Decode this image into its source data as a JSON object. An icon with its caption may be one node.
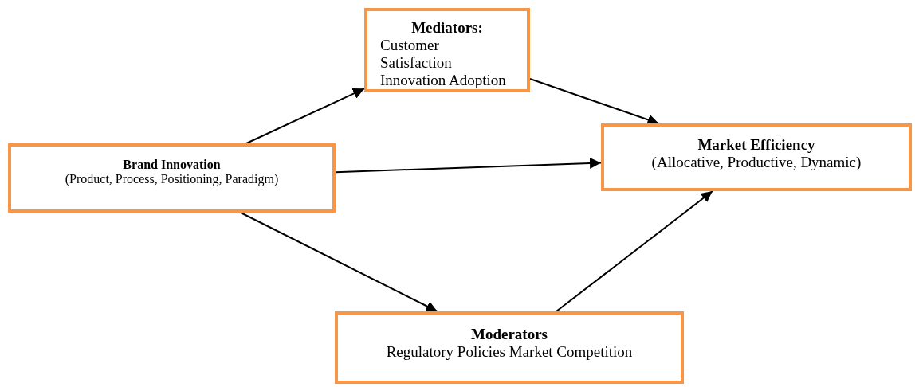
{
  "diagram": {
    "nodes": [
      {
        "text": [
          "Brand Innovation",
          "(Product, Process, Positioning, Paradigm)"
        ]
      },
      {
        "text": [
          "**Mediators**:",
          "Customer Satisfaction Innovation Adoption"
        ]
      },
      {
        "text": [
          "Market Efficiency",
          "(Allocative, Productive, Dynamic)"
        ]
      },
      {
        "text": [
          "Moderators",
          "Regulatory Policies Market Competition"
        ]
      }
    ],
    "edges": [
      {
        "from": 0,
        "to": 1,
        "arrow": "to"
      },
      {
        "from": 1,
        "to": 2,
        "arrow": "to"
      },
      {
        "from": 0,
        "to": 2,
        "arrow": "to"
      },
      {
        "from": 0,
        "to": 3,
        "arrow": "to"
      },
      {
        "from": 3,
        "to": 2,
        "arrow": "to"
      }
    ]
  }
}
